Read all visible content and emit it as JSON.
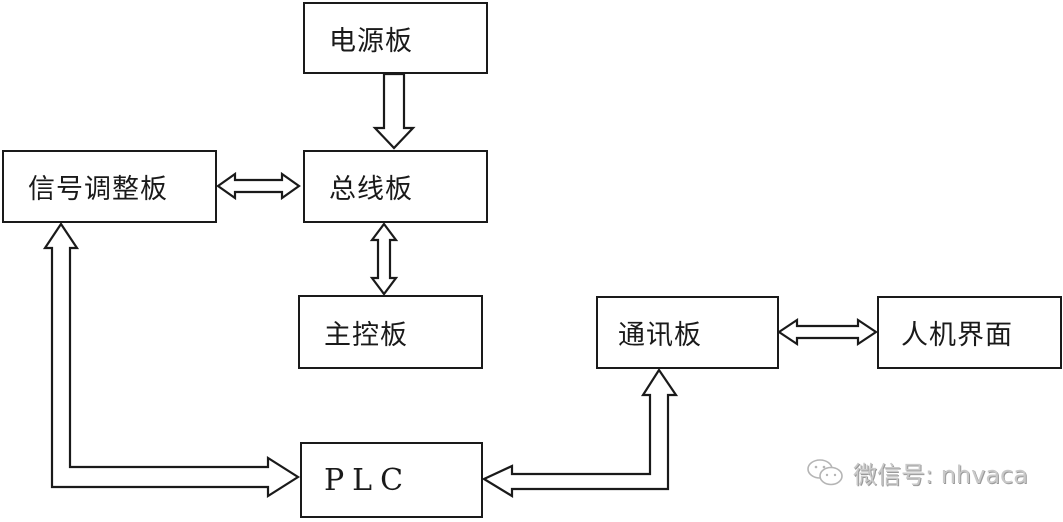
{
  "diagram": {
    "nodes": {
      "power_board": "电源板",
      "bus_board": "总线板",
      "signal_board": "信号调整板",
      "main_control_board": "主控板",
      "comm_board": "通讯板",
      "hmi": "人机界面",
      "plc": "PLC"
    },
    "edges": [
      {
        "from": "power_board",
        "to": "bus_board",
        "type": "one-way"
      },
      {
        "from": "signal_board",
        "to": "bus_board",
        "type": "two-way"
      },
      {
        "from": "bus_board",
        "to": "main_control_board",
        "type": "two-way"
      },
      {
        "from": "comm_board",
        "to": "hmi",
        "type": "two-way"
      },
      {
        "from": "plc",
        "to": "signal_board",
        "type": "two-way"
      },
      {
        "from": "plc",
        "to": "comm_board",
        "type": "two-way"
      }
    ]
  },
  "watermark": {
    "icon": "wechat-icon",
    "text": "微信号: nhvaca"
  }
}
